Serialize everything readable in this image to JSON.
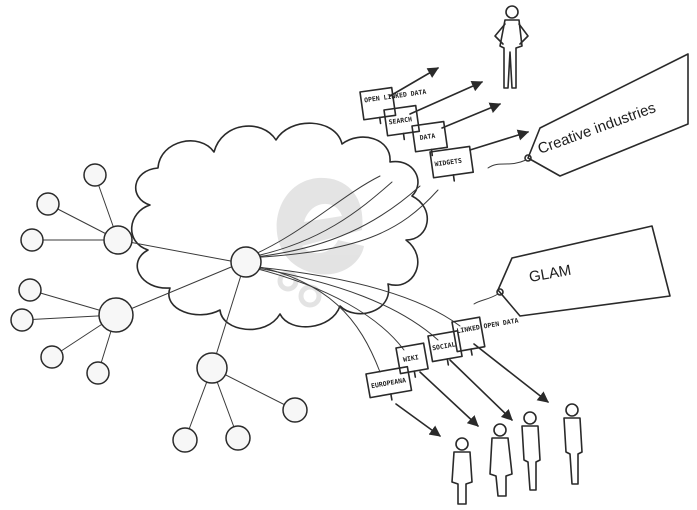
{
  "tags": {
    "creative": {
      "label": "Creative industries"
    },
    "glam": {
      "label": "GLAM"
    }
  },
  "screens_top": [
    {
      "text": "OPEN LINKED DATA"
    },
    {
      "text": "SEARCH"
    },
    {
      "text": "DATA"
    },
    {
      "text": "WIDGETS"
    }
  ],
  "screens_bottom": [
    {
      "text": "LINKED OPEN DATA"
    },
    {
      "text": "SOCIAL"
    },
    {
      "text": "WIKI"
    },
    {
      "text": "EUROPEANA"
    }
  ],
  "logo": {
    "icon": "europeana-e-icon",
    "color": "#dcdcdc"
  },
  "colors": {
    "ink": "#2a2a2a",
    "background": "#ffffff"
  }
}
